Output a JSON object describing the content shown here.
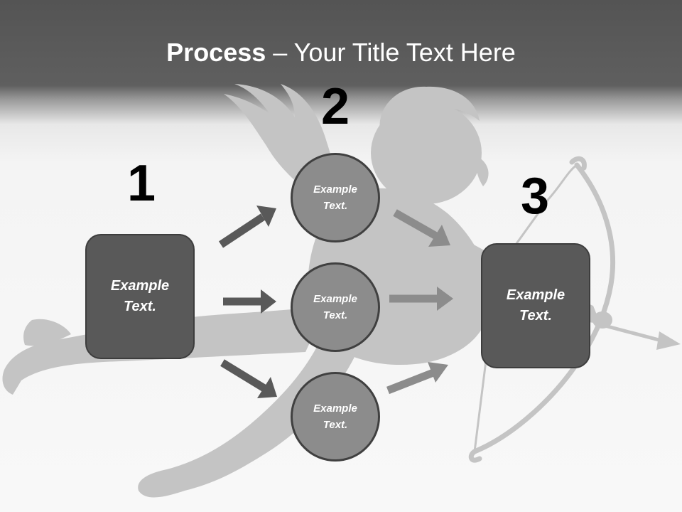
{
  "slide": {
    "title_bold": "Process",
    "title_rest": " – Your Title Text Here"
  },
  "steps": [
    {
      "number": "1",
      "text": "Example\nText."
    },
    {
      "number": "2"
    },
    {
      "number": "3",
      "text": "Example\nText."
    }
  ],
  "circles": [
    {
      "text": "Example\nText."
    },
    {
      "text": "Example\nText."
    },
    {
      "text": "Example\nText."
    }
  ],
  "colors": {
    "header_band": "#545454",
    "box_fill": "#595959",
    "circle_fill": "#8c8c8c",
    "arrow_dark": "#595959",
    "arrow_light": "#8c8c8c",
    "silhouette": "#c4c4c4"
  },
  "icons": {
    "background": "cupid-silhouette-icon"
  }
}
